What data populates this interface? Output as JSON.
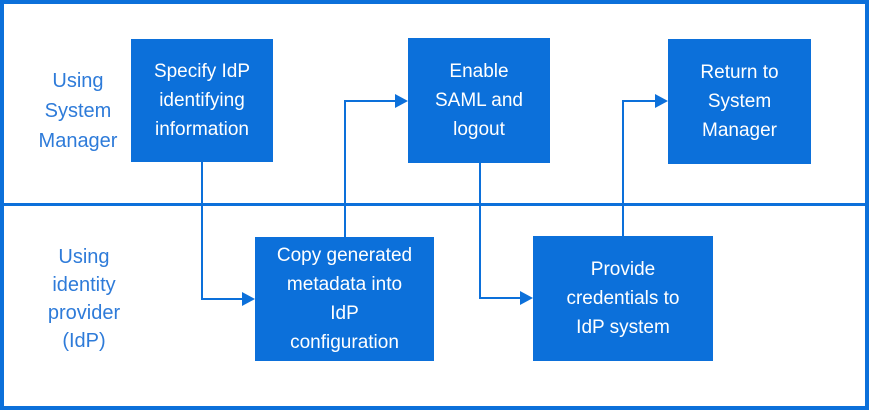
{
  "colors": {
    "primary_blue": "#0c70da",
    "lane_label_blue": "#2e7bd9",
    "box_text": "#ffffff",
    "background": "#ffffff"
  },
  "lanes": [
    {
      "id": "system-manager",
      "label": "Using\nSystem\nManager"
    },
    {
      "id": "identity-provider",
      "label": "Using\nidentity\nprovider\n(IdP)"
    }
  ],
  "steps": [
    {
      "id": "specify-idp",
      "lane": "system-manager",
      "label": "Specify IdP\nidentifying\ninformation"
    },
    {
      "id": "copy-metadata",
      "lane": "identity-provider",
      "label": "Copy generated\nmetadata into\nIdP\nconfiguration"
    },
    {
      "id": "enable-saml",
      "lane": "system-manager",
      "label": "Enable\nSAML and\nlogout"
    },
    {
      "id": "provide-credentials",
      "lane": "identity-provider",
      "label": "Provide\ncredentials to\nIdP system"
    },
    {
      "id": "return-system-manager",
      "lane": "system-manager",
      "label": "Return to\nSystem\nManager"
    }
  ],
  "connections": [
    {
      "from": "specify-idp",
      "to": "copy-metadata"
    },
    {
      "from": "copy-metadata",
      "to": "enable-saml"
    },
    {
      "from": "enable-saml",
      "to": "provide-credentials"
    },
    {
      "from": "provide-credentials",
      "to": "return-system-manager"
    }
  ]
}
